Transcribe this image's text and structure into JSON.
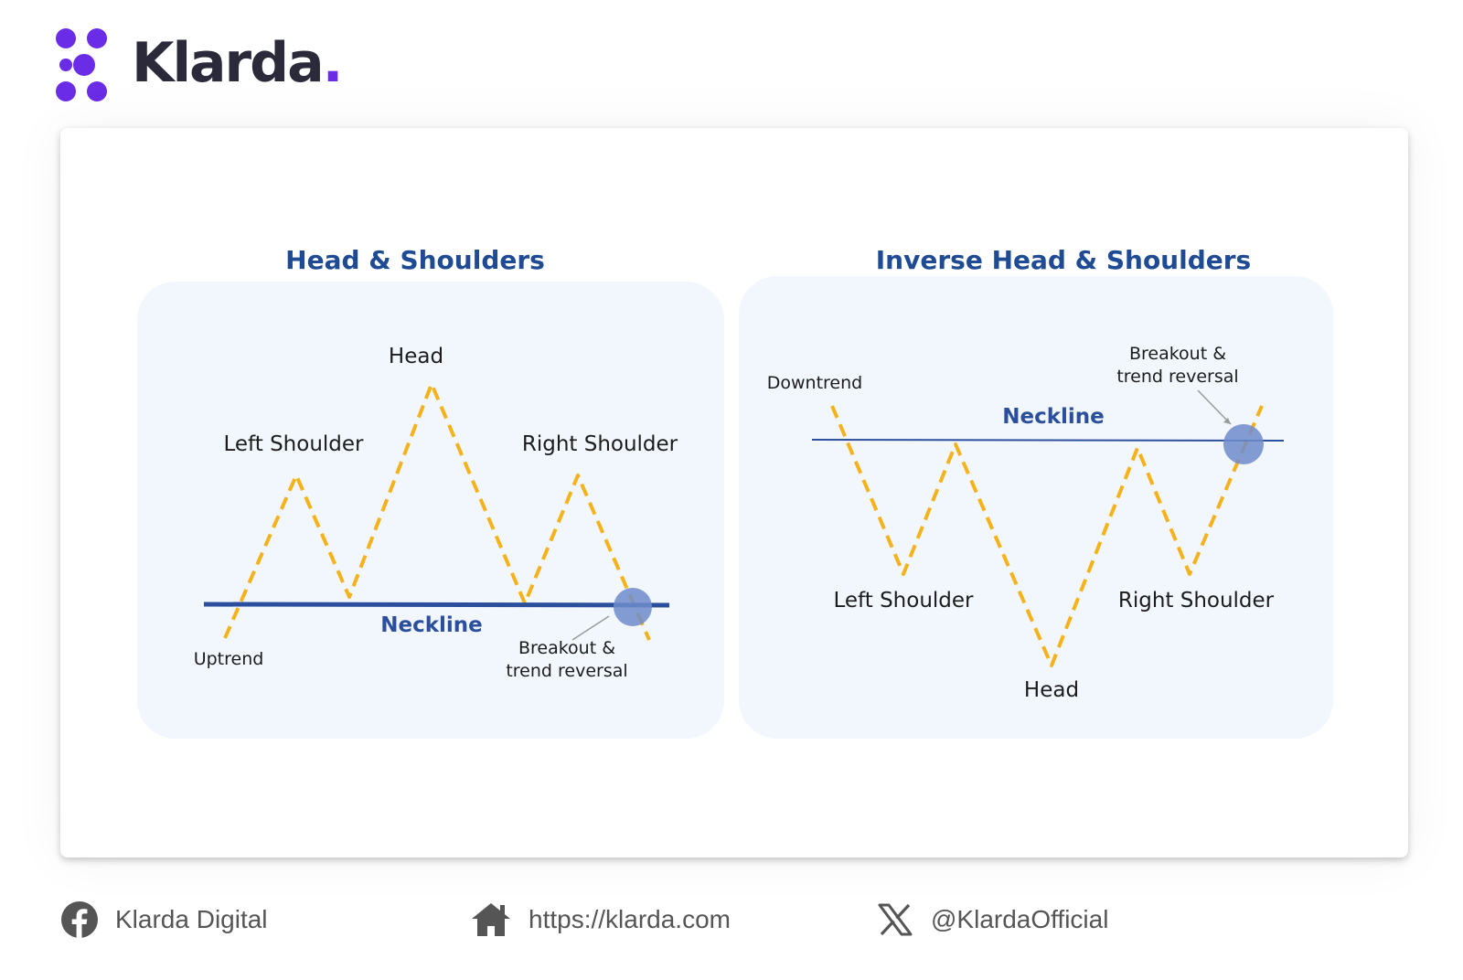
{
  "brand": {
    "name": "Klarda",
    "dot": ".",
    "colors": {
      "logo_mark": "#6a2ce6",
      "text": "#2a2a3a"
    }
  },
  "colors": {
    "title": "#1f4a94",
    "neckline": "#2b4f9c",
    "price_path": "#f5b21b",
    "panel_bg": "#f2f7fd",
    "breakout_marker": "#6e8ccb"
  },
  "panels": [
    {
      "title": "Head & Shoulders",
      "labels": {
        "head": "Head",
        "left_shoulder": "Left Shoulder",
        "right_shoulder": "Right Shoulder",
        "neckline": "Neckline",
        "trend": "Uptrend",
        "breakout_line1": "Breakout &",
        "breakout_line2": "trend reversal"
      }
    },
    {
      "title": "Inverse Head & Shoulders",
      "labels": {
        "head": "Head",
        "left_shoulder": "Left Shoulder",
        "right_shoulder": "Right Shoulder",
        "neckline": "Neckline",
        "trend": "Downtrend",
        "breakout_line1": "Breakout &",
        "breakout_line2": "trend reversal"
      }
    }
  ],
  "footer": {
    "facebook": {
      "icon": "facebook-icon",
      "text": "Klarda Digital"
    },
    "website": {
      "icon": "home-icon",
      "text": "https://klarda.com"
    },
    "x": {
      "icon": "x-icon",
      "text": "@KlardaOfficial"
    }
  }
}
